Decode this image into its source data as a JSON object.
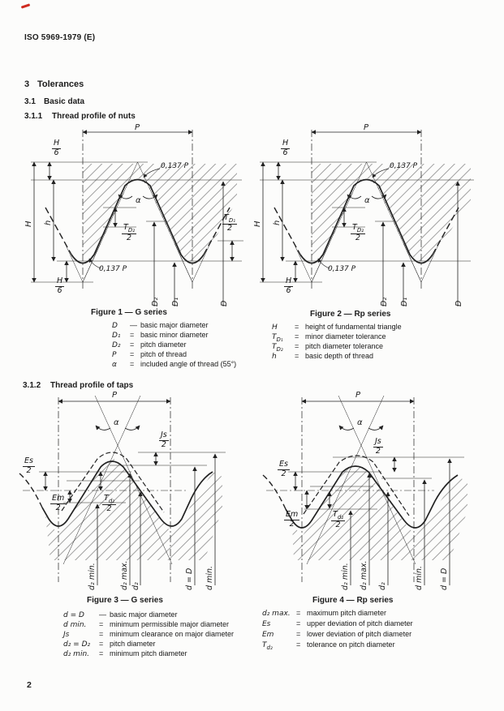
{
  "page": {
    "header": "ISO 5969-1979 (E)",
    "page_number": "2"
  },
  "sections": {
    "s3_num": "3",
    "s3_title": "Tolerances",
    "s31_num": "3.1",
    "s31_title": "Basic data",
    "s311_num": "3.1.1",
    "s311_title": "Thread profile of nuts",
    "s312_num": "3.1.2",
    "s312_title": "Thread profile of taps"
  },
  "fig1": {
    "caption": "Figure 1 — G series",
    "labels": {
      "p": "P",
      "alpha": "α",
      "H": "H",
      "h": "h",
      "h6n": "H",
      "h6d": "6",
      "r_top": "0,137 P",
      "r_bot": "0,137 P",
      "td2n": "T",
      "td2s": "D₂",
      "td2d": "2",
      "td1n": "T",
      "td1s": "D₁",
      "td1d": "2",
      "d2_dim": "D₂",
      "d1_dim": "D₁",
      "d_dim": "D"
    }
  },
  "fig2": {
    "caption": "Figure 2 — Rp series",
    "labels": {
      "p": "P",
      "alpha": "α",
      "H": "H",
      "h": "h",
      "h6n": "H",
      "h6d": "6",
      "r_top": "0,137 P",
      "r_bot": "0,137 P",
      "td2n": "T",
      "td2s": "D₂",
      "td2d": "2",
      "d2_dim": "D₂",
      "d1_dim": "D₁",
      "d_dim": "D"
    }
  },
  "fig3": {
    "caption": "Figure 3 — G series",
    "labels": {
      "p": "P",
      "alpha": "α",
      "jsn": "Js",
      "jsd": "2",
      "esn": "Es",
      "esd": "2",
      "emn": "Em",
      "emd": "2",
      "tdn": "T",
      "tds": "d₂",
      "tdd": "2",
      "b1": "d₂ min.",
      "b2": "d₂ max.",
      "b3": "d₂",
      "b4": "d = D",
      "b5": "d min."
    }
  },
  "fig4": {
    "caption": "Figure 4 — Rp series",
    "labels": {
      "p": "P",
      "alpha": "α",
      "jsn": "Js",
      "jsd": "2",
      "esn": "Es",
      "esd": "2",
      "emn": "Em",
      "emd": "2",
      "tdn": "T",
      "tds": "d₂",
      "tdd": "2",
      "b1": "d₂ min.",
      "b2": "d₂ max.",
      "b3": "d₂",
      "b4": "d min.",
      "b5": "d = D"
    }
  },
  "legends": {
    "nuts_left": [
      {
        "sym": "D",
        "eq": "—",
        "desc": "basic major diameter"
      },
      {
        "sym": "D₁",
        "eq": "=",
        "desc": "basic minor diameter"
      },
      {
        "sym": "D₂",
        "eq": "=",
        "desc": "pitch diameter"
      },
      {
        "sym": "P",
        "eq": "=",
        "desc": "pitch of thread"
      },
      {
        "sym": "α",
        "eq": "=",
        "desc": "included angle of thread (55°)"
      }
    ],
    "nuts_right": [
      {
        "sym": "H",
        "eq": "=",
        "desc": "height of fundamental triangle"
      },
      {
        "sym": "T",
        "sub": "D₁",
        "eq": "=",
        "desc": "minor diameter tolerance"
      },
      {
        "sym": "T",
        "sub": "D₂",
        "eq": "=",
        "desc": "pitch diameter tolerance"
      },
      {
        "sym": "h",
        "eq": "=",
        "desc": "basic depth of thread"
      }
    ],
    "taps_left": [
      {
        "sym": "d = D",
        "eq": "—",
        "desc": "basic major diameter"
      },
      {
        "sym": "d min.",
        "eq": "=",
        "desc": "minimum permissible major diameter"
      },
      {
        "sym": "Js",
        "eq": "=",
        "desc": "minimum clearance on major diameter"
      },
      {
        "sym": "d₂ = D₂",
        "eq": "=",
        "desc": "pitch diameter"
      },
      {
        "sym": "d₂ min.",
        "eq": "=",
        "desc": "minimum pitch diameter"
      }
    ],
    "taps_right": [
      {
        "sym": "d₂ max.",
        "eq": "=",
        "desc": "maximum pitch diameter"
      },
      {
        "sym": "Es",
        "eq": "=",
        "desc": "upper deviation of pitch diameter"
      },
      {
        "sym": "Em",
        "eq": "=",
        "desc": "lower deviation of pitch diameter"
      },
      {
        "sym": "T",
        "sub": "d₂",
        "eq": "=",
        "desc": "tolerance on pitch diameter"
      }
    ]
  }
}
